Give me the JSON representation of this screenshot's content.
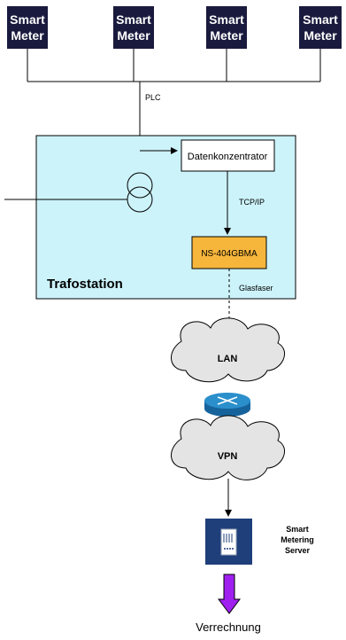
{
  "meters": [
    {
      "line1": "Smart",
      "line2": "Meter"
    },
    {
      "line1": "Smart",
      "line2": "Meter"
    },
    {
      "line1": "Smart",
      "line2": "Meter"
    },
    {
      "line1": "Smart",
      "line2": "Meter"
    }
  ],
  "labels": {
    "plc": "PLC",
    "datenkonzentrator": "Datenkonzentrator",
    "tcpip": "TCP/IP",
    "ns_device": "NS-404GBMA",
    "trafostation": "Trafostation",
    "glasfaser": "Glasfaser",
    "lan": "LAN",
    "vpn": "VPN",
    "server_line1": "Smart",
    "server_line2": "Metering",
    "server_line3": "Server",
    "verrechnung": "Verrechnung"
  },
  "icons": {
    "transformer": "transformer-icon",
    "router": "router-icon",
    "server": "server-icon",
    "arrow": "down-arrow-icon"
  },
  "colors": {
    "meter_box": "#1a1a3e",
    "trafostation_bg": "#ccf3fa",
    "ns_device_bg": "#f6b63c",
    "router": "#2a8fcb",
    "server_box": "#1f3f7a",
    "arrow": "#a020f0"
  }
}
